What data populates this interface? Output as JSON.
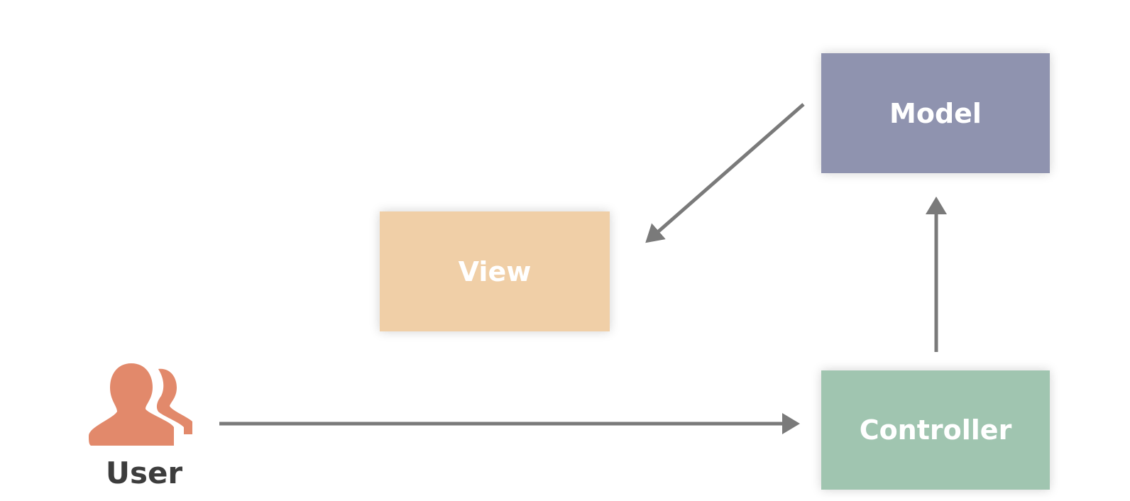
{
  "nodes": {
    "model": {
      "label": "Model",
      "color": "#8f93af"
    },
    "view": {
      "label": "View",
      "color": "#f0cfa7"
    },
    "controller": {
      "label": "Controller",
      "color": "#a0c5b0"
    },
    "user": {
      "label": "User",
      "icon": "users-icon",
      "color": "#e2896b"
    }
  },
  "edges": [
    {
      "from": "User",
      "to": "Controller"
    },
    {
      "from": "Controller",
      "to": "Model"
    },
    {
      "from": "Model",
      "to": "View"
    }
  ],
  "arrow_color": "#7a7a7a"
}
